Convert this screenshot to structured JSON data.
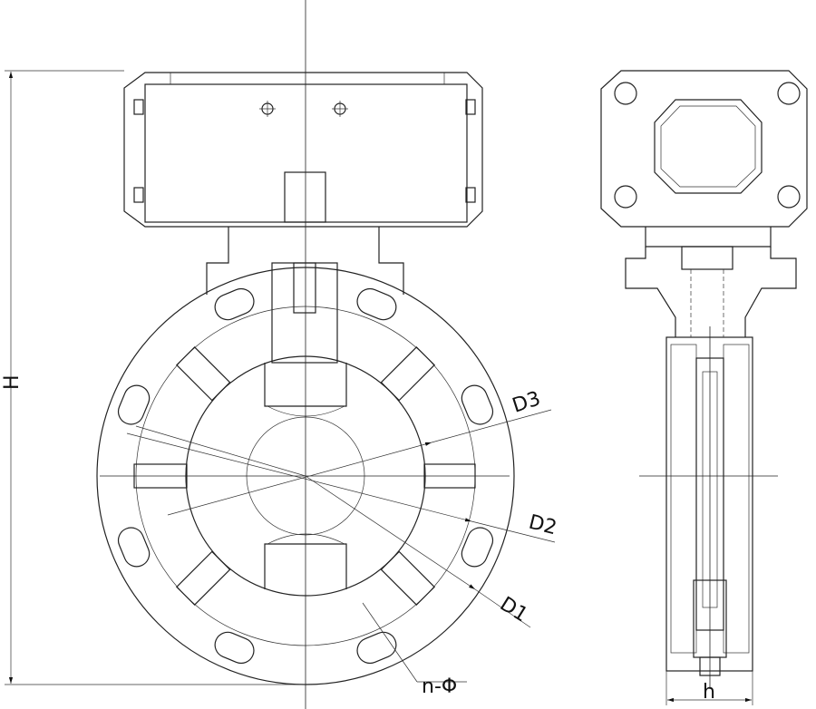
{
  "title": "Butterfly valve with pneumatic actuator - dimension drawing",
  "labels": {
    "height": "H",
    "d3": "D3",
    "d2": "D2",
    "d1": "D1",
    "holes": "n-Φ",
    "face_width": "h"
  },
  "colors": {
    "line": "#222222",
    "background": "#ffffff"
  }
}
